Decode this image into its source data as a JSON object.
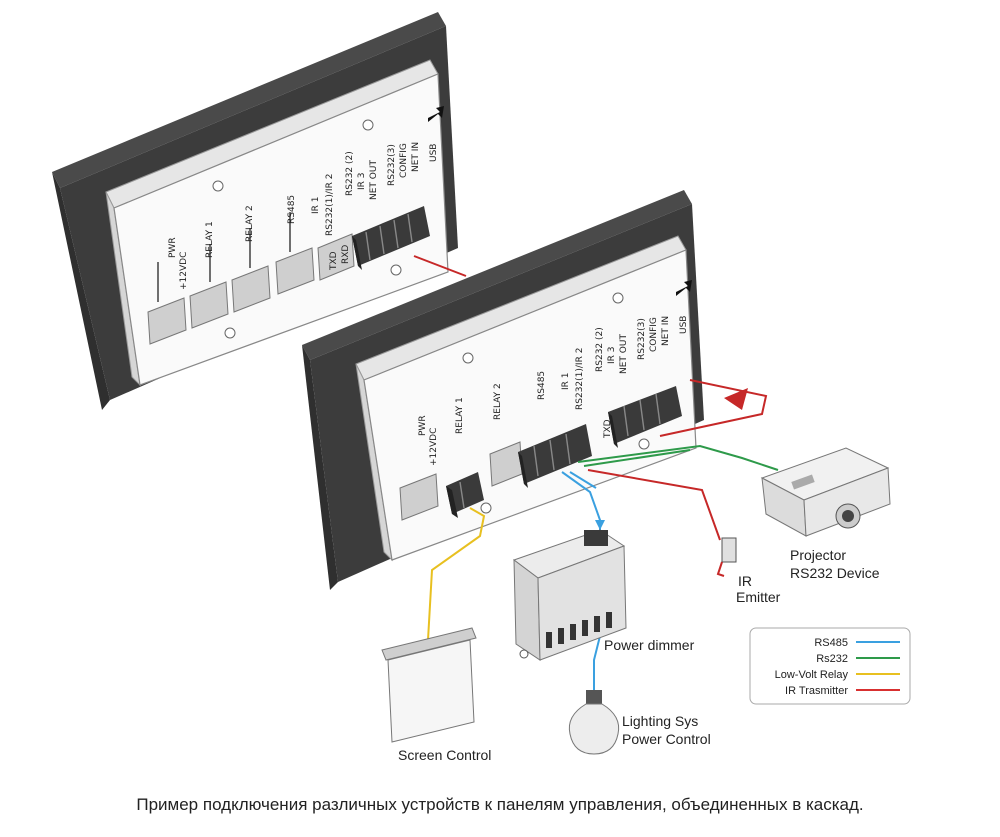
{
  "panel_labels": {
    "pwr": "PWR",
    "volt": "+12VDC",
    "relay1": "RELAY 1",
    "relay2": "RELAY 2",
    "rs485": "RS485",
    "ir1": "IR 1",
    "rs232_1": "RS232(1)/IR 2",
    "rs232_2": "RS232 (2)",
    "ir3": "IR 3",
    "netout": "NET OUT",
    "rs232_3": "RS232(3)",
    "config": "CONFIG",
    "netin": "NET IN",
    "usb": "USB",
    "txd": "TXD",
    "rxd": "RXD"
  },
  "devices": {
    "projector_line1": "Projector",
    "projector_line2": "RS232 Device",
    "ir_line1": "IR",
    "ir_line2": "Emitter",
    "dimmer": "Power dimmer",
    "lighting_line1": "Lighting Sys",
    "lighting_line2": "Power Control",
    "screen": "Screen Control"
  },
  "legend": [
    {
      "label": "RS485",
      "color": "#3aa0e0"
    },
    {
      "label": "Rs232",
      "color": "#2e9a4a"
    },
    {
      "label": "Low-Volt Relay",
      "color": "#e8c020"
    },
    {
      "label": "IR Trasmitter",
      "color": "#d83030"
    }
  ],
  "caption": "Пример подключения различных устройств к панелям управления, объединенных в каскад."
}
